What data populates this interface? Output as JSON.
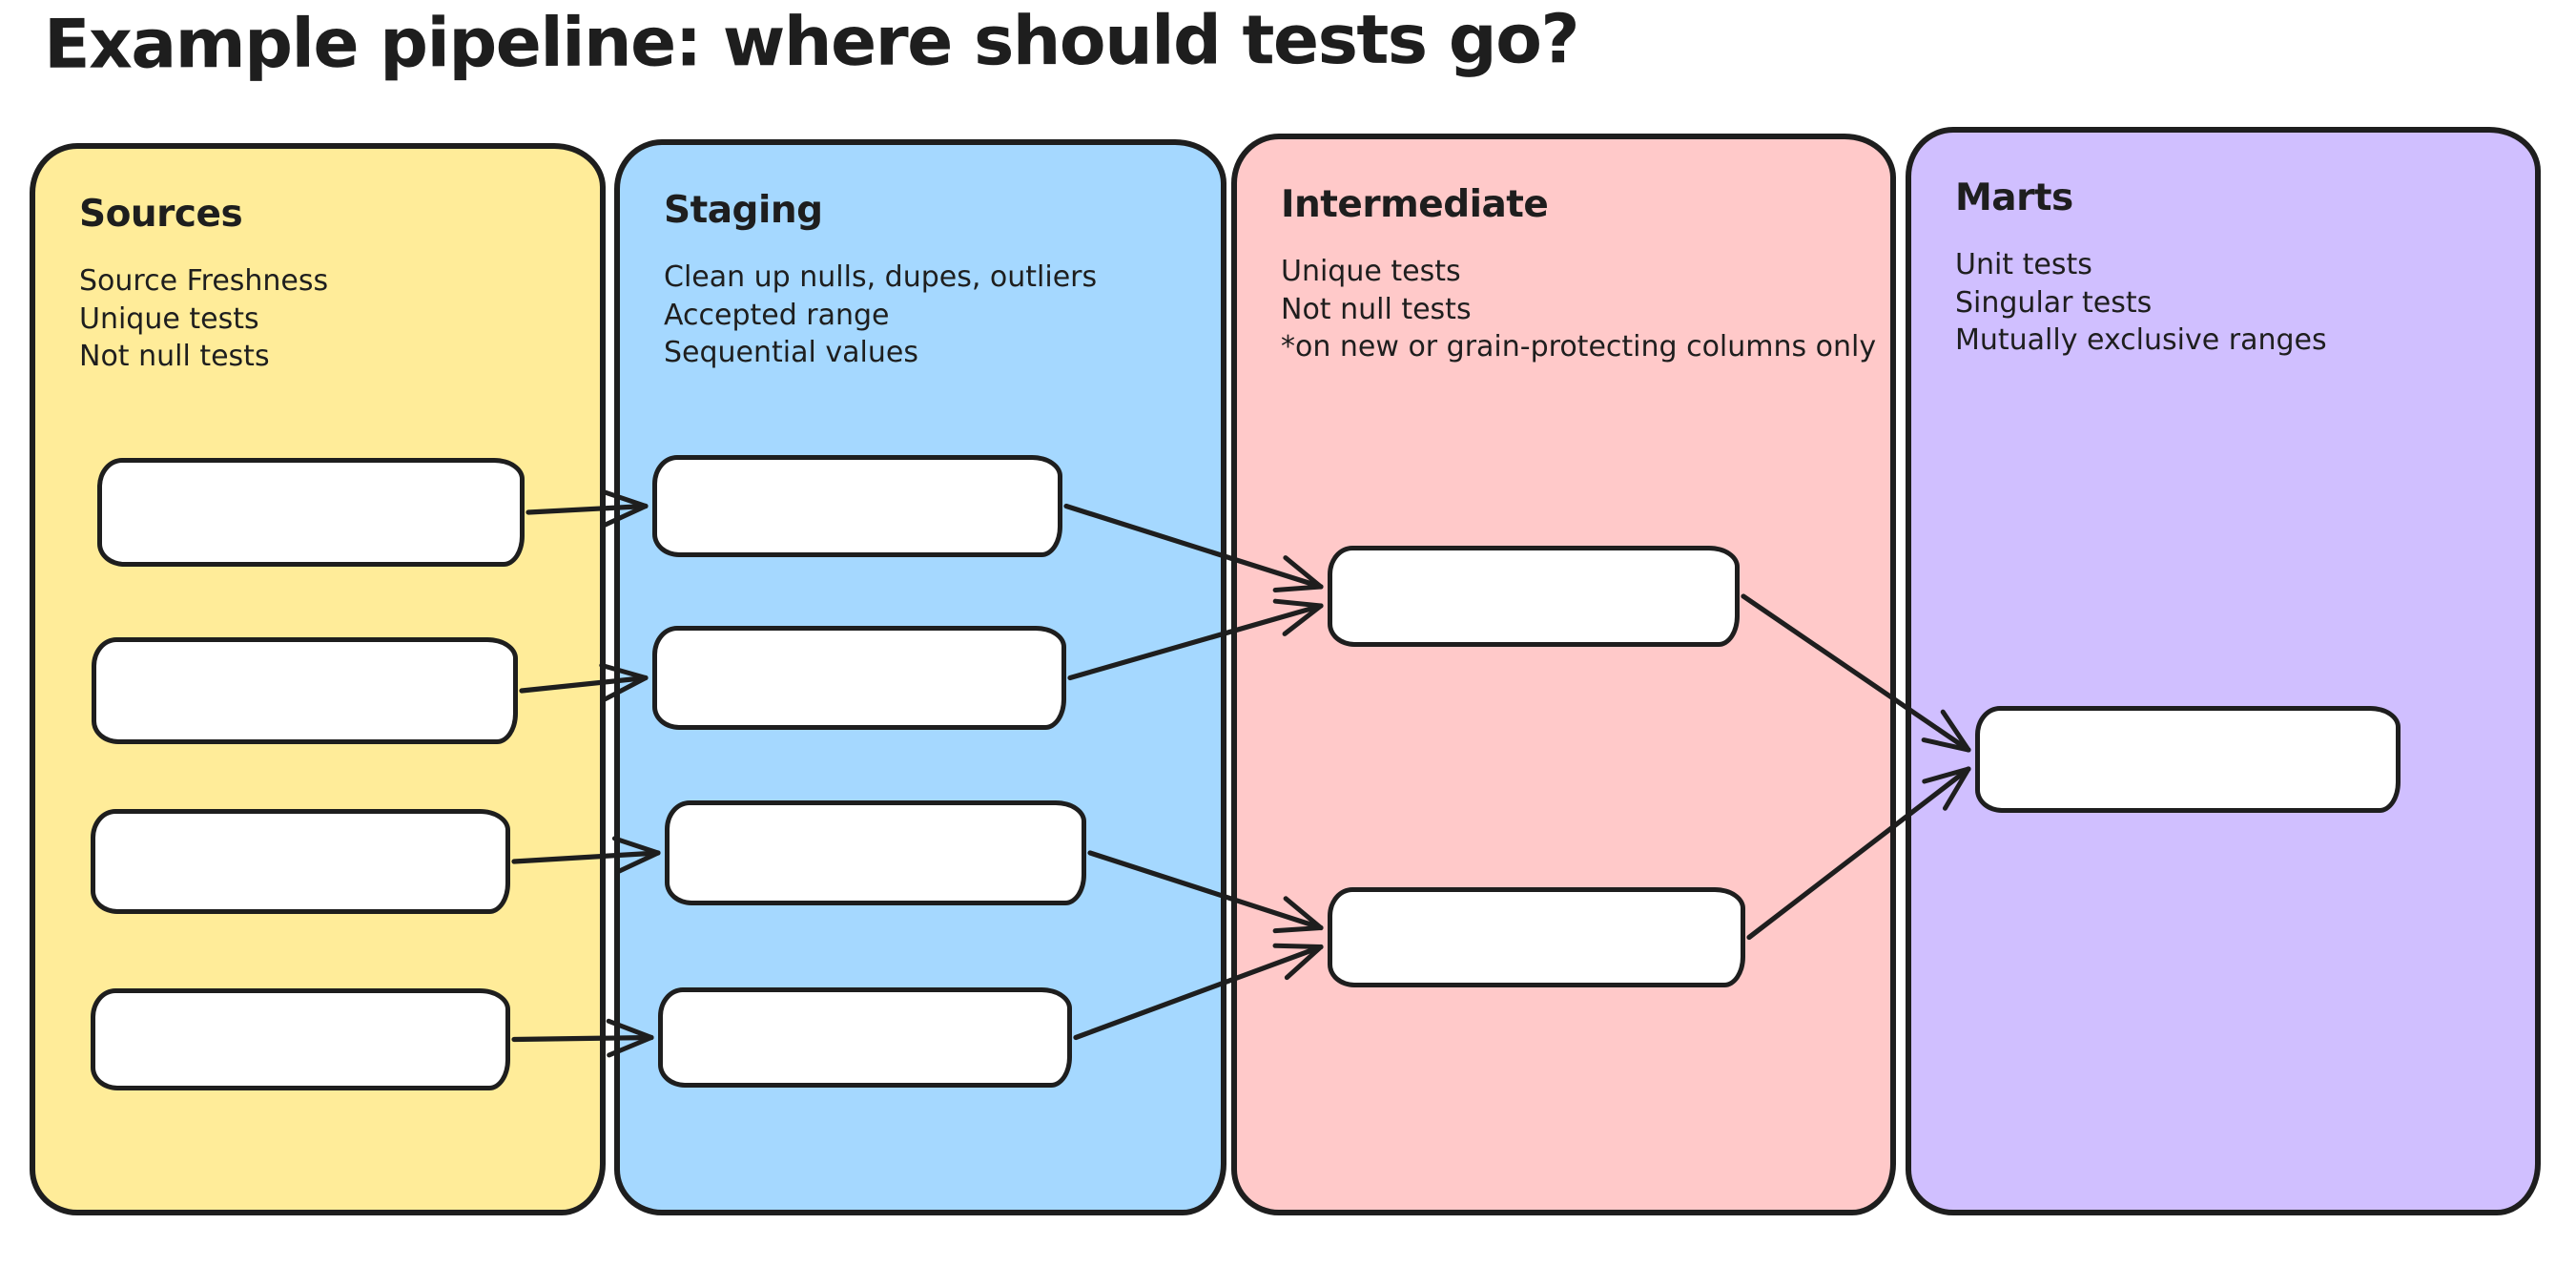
{
  "title": "Example pipeline: where should tests go?",
  "colors": {
    "stroke": "#1e1e1e",
    "node_fill": "#ffffff",
    "background": "#ffffff",
    "sources_fill": "#ffec99",
    "staging_fill": "#a5d8ff",
    "intermediate_fill": "#ffc9c9",
    "marts_fill": "#d0bfff"
  },
  "columns": [
    {
      "id": "sources",
      "label": "Sources",
      "fill": "#ffec99",
      "notes": [
        "Source Freshness",
        "Unique tests",
        "Not null tests"
      ],
      "node_count": 4
    },
    {
      "id": "staging",
      "label": "Staging",
      "fill": "#a5d8ff",
      "notes": [
        "Clean up nulls, dupes, outliers",
        "Accepted range",
        "Sequential values"
      ],
      "node_count": 4
    },
    {
      "id": "intermediate",
      "label": "Intermediate",
      "fill": "#ffc9c9",
      "notes": [
        "Unique tests",
        "Not null tests",
        "*on new or grain-protecting columns only"
      ],
      "node_count": 2
    },
    {
      "id": "marts",
      "label": "Marts",
      "fill": "#d0bfff",
      "notes": [
        "Unit tests",
        "Singular tests",
        "Mutually exclusive ranges"
      ],
      "node_count": 1
    }
  ],
  "edges": [
    {
      "from": "sources-1",
      "to": "staging-1"
    },
    {
      "from": "sources-2",
      "to": "staging-2"
    },
    {
      "from": "sources-3",
      "to": "staging-3"
    },
    {
      "from": "sources-4",
      "to": "staging-4"
    },
    {
      "from": "staging-1",
      "to": "intermediate-1"
    },
    {
      "from": "staging-2",
      "to": "intermediate-1"
    },
    {
      "from": "staging-3",
      "to": "intermediate-2"
    },
    {
      "from": "staging-4",
      "to": "intermediate-2"
    },
    {
      "from": "intermediate-1",
      "to": "marts-1"
    },
    {
      "from": "intermediate-2",
      "to": "marts-1"
    }
  ]
}
